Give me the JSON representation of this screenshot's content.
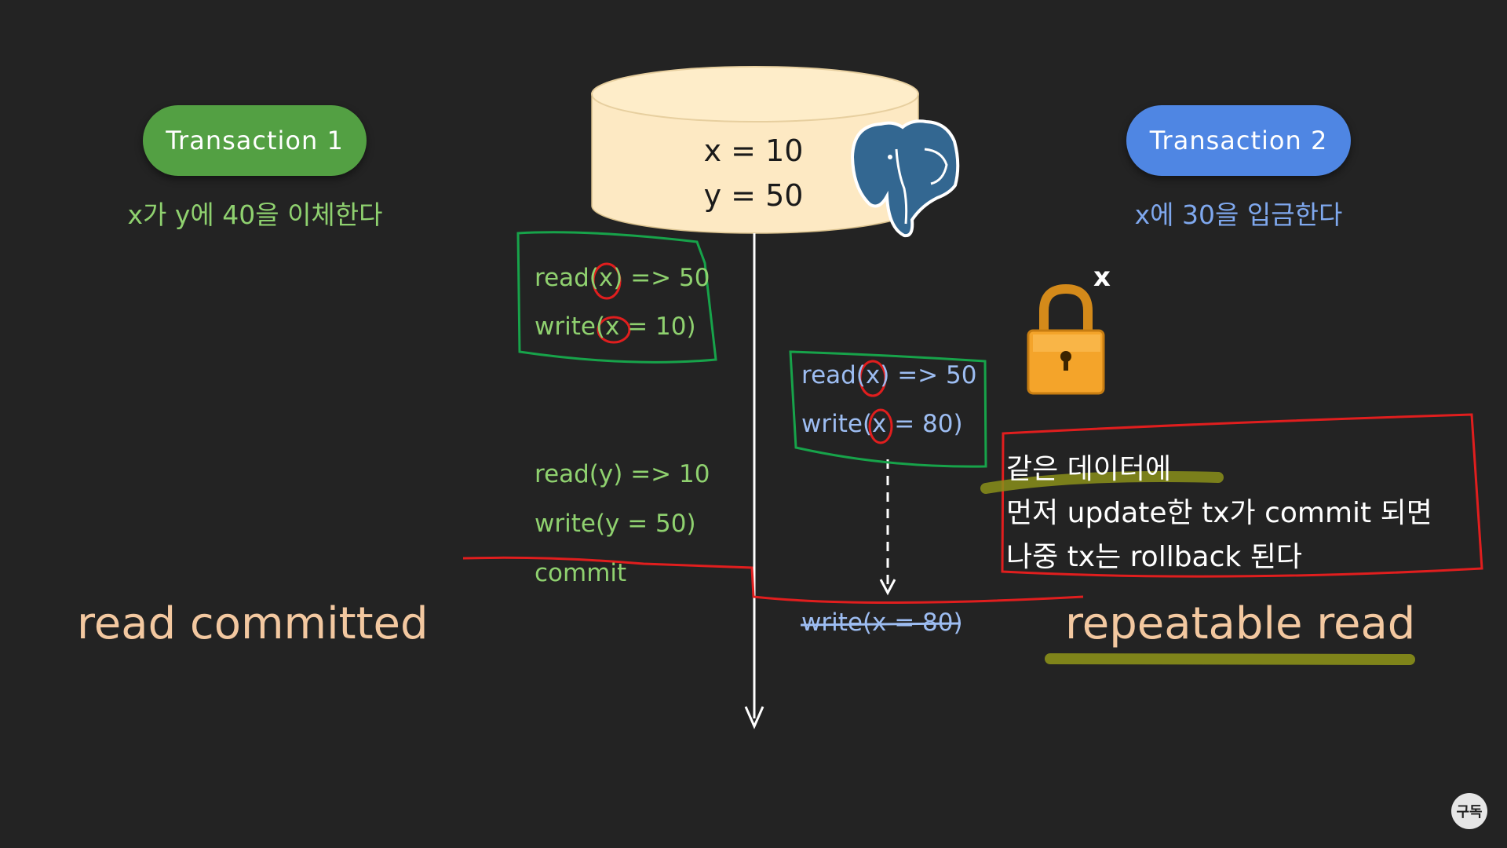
{
  "transaction1": {
    "label": "Transaction 1",
    "description": "x가 y에 40을 이체한다",
    "ops": [
      "read(x) => 50",
      "write(x = 10)",
      "read(y) => 10",
      "write(y = 50)",
      "commit"
    ]
  },
  "transaction2": {
    "label": "Transaction 2",
    "description": "x에 30을 입금한다",
    "ops": [
      "read(x) => 50",
      "write(x = 80)"
    ],
    "rolled_back_op": "write(x = 80)"
  },
  "database": {
    "values": [
      "x = 10",
      "y = 50"
    ],
    "icon": "postgresql-elephant-icon"
  },
  "lock": {
    "label": "x",
    "icon": "padlock-icon"
  },
  "isolation_levels": {
    "left": "read committed",
    "right": "repeatable read"
  },
  "note": {
    "lines": [
      "같은 데이터에",
      "먼저 update한 tx가 commit 되면",
      "나중 tx는 rollback 된다"
    ]
  },
  "subscribe_badge": "구독",
  "colors": {
    "background": "#232323",
    "tx1": "#53a043",
    "tx2": "#4f86e3",
    "annotation_red": "#e01e1e",
    "annotation_green": "#17a34a",
    "highlight": "#8a8f1a"
  }
}
